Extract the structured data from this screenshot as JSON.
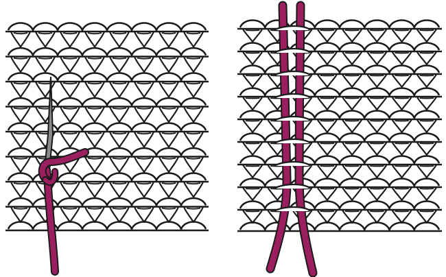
{
  "colors": {
    "background": "#ffffff",
    "outline": "#1a1a1a",
    "yarn": "#9b1f5f",
    "yarn_highlight": "#c2457f",
    "needle": "#8a8a8a"
  },
  "figures": [
    {
      "id": "left",
      "technique": "needle-and-yarn-through-knitting",
      "rows": 8,
      "stitches_per_row": 8
    },
    {
      "id": "right",
      "technique": "two-yarn-strands-woven-through-knitting",
      "rows": 9,
      "stitches_per_row": 8
    }
  ]
}
